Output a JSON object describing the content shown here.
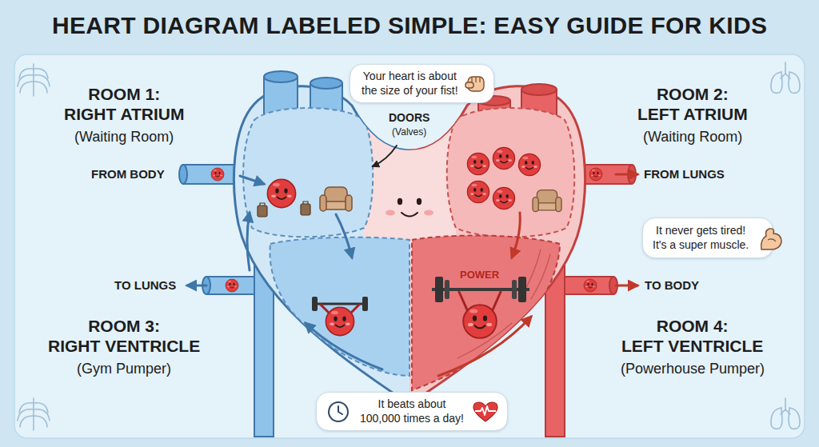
{
  "diagram": {
    "title": "HEART DIAGRAM LABELED SIMPLE: EASY GUIDE FOR KIDS",
    "nodes": [
      {
        "text": [
          "Your heart is about the size of your fist!"
        ]
      },
      {
        "text": [
          "It never gets tired! It's a super muscle."
        ]
      },
      {
        "text": [
          "It beats about 100,000 times a day!"
        ]
      }
    ],
    "labels": [
      "ROOM 1: RIGHT ATRIUM",
      "(Waiting Room)",
      "ROOM 2: LEFT ATRIUM",
      "(Waiting Room)",
      "FROM BODY",
      "DOORS (Valves)",
      "FROM LUNGS",
      "TO LUNGS",
      "TO BODY",
      "POWER",
      "ROOM 3: RIGHT VENTRICLE",
      "(Gym Pumper)",
      "ROOM 4: LEFT VENTRICLE",
      "(Powerhouse Pumper)"
    ]
  }
}
